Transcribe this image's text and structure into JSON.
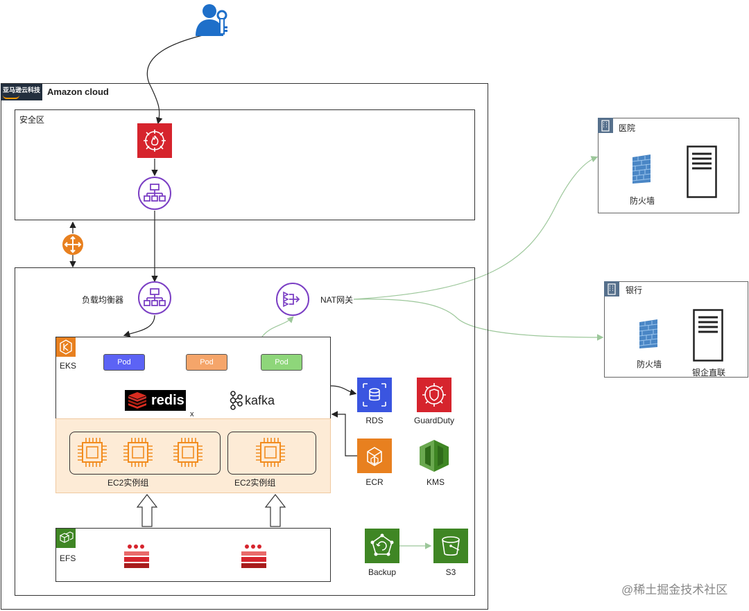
{
  "cloud": {
    "title": "Amazon cloud",
    "brand_text": "亚马逊云科技"
  },
  "security_zone": {
    "title": "安全区"
  },
  "app_zone": {
    "lb_label": "负载均衡器",
    "nat_label": "NAT网关"
  },
  "eks": {
    "label": "EKS",
    "pods": [
      {
        "label": "Pod",
        "color": "#5c63f5"
      },
      {
        "label": "Pod",
        "color": "#f5a56a"
      },
      {
        "label": "Pod",
        "color": "#8ed67a"
      }
    ],
    "redis_label": "redis",
    "kafka_label": "kafka",
    "x_mark": "x"
  },
  "ec2": {
    "groups": [
      "EC2实例组",
      "EC2实例组"
    ],
    "accent": "#f28c1e"
  },
  "efs": {
    "label": "EFS"
  },
  "services": {
    "rds": "RDS",
    "guardduty": "GuardDuty",
    "ecr": "ECR",
    "kms": "KMS",
    "backup": "Backup",
    "s3": "S3"
  },
  "hospital": {
    "title": "医院",
    "firewall": "防火墙"
  },
  "bank": {
    "title": "银行",
    "firewall": "防火墙",
    "server": "银企直联"
  },
  "watermark": "@稀土掘金技术社区",
  "colors": {
    "red": "#d6242d",
    "purple": "#7b3fc4",
    "orange": "#e8801f",
    "blue": "#3a55e0",
    "green": "#3f8624",
    "ec2_bg": "#fdebd6",
    "user_blue": "#1e6fc9",
    "link_green": "#9cc79a"
  }
}
